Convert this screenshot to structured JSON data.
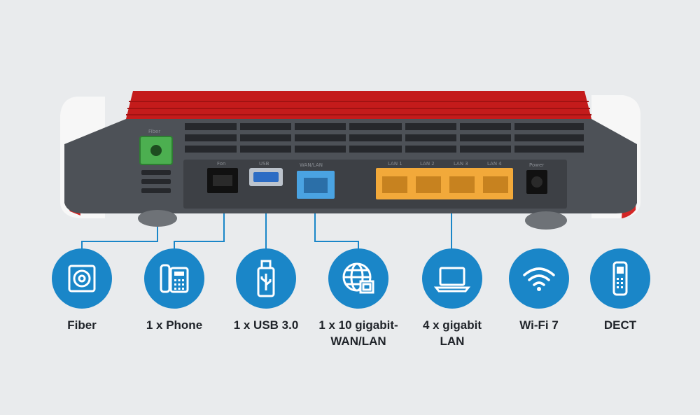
{
  "colors": {
    "background": "#e9ebed",
    "accent_blue": "#1a86c8",
    "device_red": "#c41b1b",
    "device_body": "#4d5157",
    "port_yellow": "#f2a93a",
    "port_blue": "#4aa3e2",
    "port_green": "#4caf50"
  },
  "features": [
    {
      "icon": "fiber-icon",
      "label": "Fiber"
    },
    {
      "icon": "phone-icon",
      "label": "1 x Phone"
    },
    {
      "icon": "usb-icon",
      "label": "1 x USB 3.0"
    },
    {
      "icon": "globe-network-icon",
      "label": "1 x 10 gigabit-\nWAN/LAN"
    },
    {
      "icon": "laptop-icon",
      "label": "4 x gigabit\nLAN"
    },
    {
      "icon": "wifi-icon",
      "label": "Wi-Fi 7"
    },
    {
      "icon": "dect-handset-icon",
      "label": "DECT"
    }
  ],
  "device": {
    "port_labels": [
      "Fiber",
      "Fon",
      "USB",
      "WAN/LAN",
      "LAN 1",
      "LAN 2",
      "LAN 3",
      "LAN 4",
      "Power"
    ]
  }
}
